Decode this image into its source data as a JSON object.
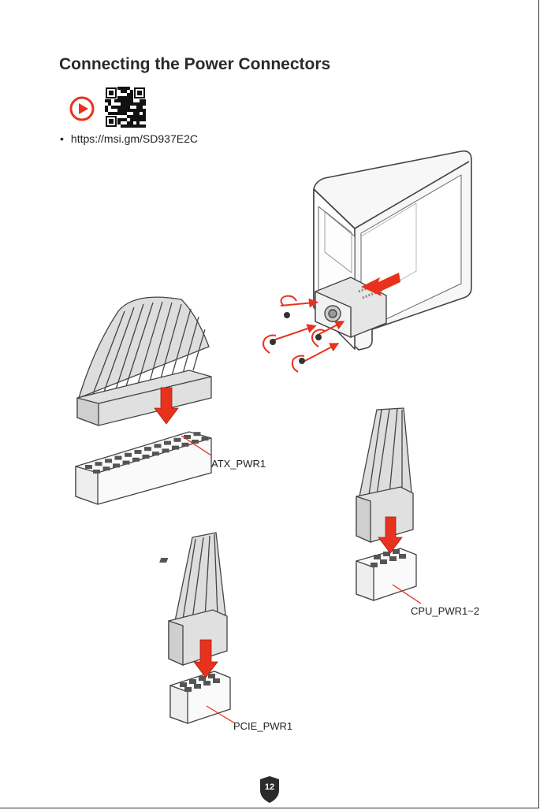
{
  "page": {
    "title": "Connecting the Power Connectors",
    "url_text": "https://msi.gm/SD937E2C",
    "page_number": "12"
  },
  "labels": {
    "atx": "ATX_PWR1",
    "cpu": "CPU_PWR1~2",
    "pcie": "PCIE_PWR1"
  },
  "colors": {
    "accent_red": "#e8321e",
    "line_gray": "#555555"
  },
  "icons": {
    "play": "play-icon",
    "qr": "qr-code-icon",
    "badge": "shield-badge-icon"
  }
}
